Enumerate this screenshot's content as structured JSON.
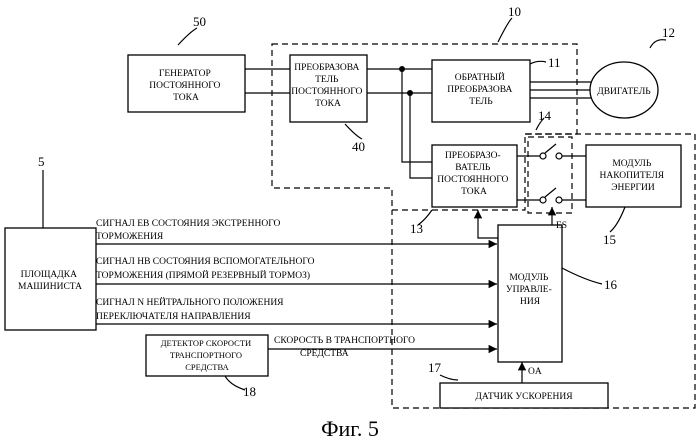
{
  "figure": {
    "caption": "Фиг. 5"
  },
  "blocks": {
    "generator": {
      "line1": "ГЕНЕРАТОР",
      "line2": "ПОСТОЯННОГО",
      "line3": "ТОКА",
      "ref": "50"
    },
    "dc_converter_40": {
      "line1": "ПРЕОБРАЗОВА",
      "line2": "ТЕЛЬ",
      "line3": "ПОСТОЯННОГО",
      "line4": "ТОКА",
      "ref": "40"
    },
    "inverter": {
      "line1": "ОБРАТНЫЙ",
      "line2": "ПРЕОБРАЗОВА",
      "line3": "ТЕЛЬ",
      "ref": "11"
    },
    "motor": {
      "label": "ДВИГАТЕЛЬ",
      "ref": "12"
    },
    "dc_converter_13": {
      "line1": "ПРЕОБРАЗО-",
      "line2": "ВАТЕЛЬ",
      "line3": "ПОСТОЯННОГО",
      "line4": "ТОКА",
      "ref": "13"
    },
    "storage": {
      "line1": "МОДУЛЬ",
      "line2": "НАКОПИТЕЛЯ",
      "line3": "ЭНЕРГИИ",
      "ref": "15"
    },
    "control": {
      "line1": "МОДУЛЬ",
      "line2": "УПРАВЛЕ-",
      "line3": "НИЯ",
      "ref": "16"
    },
    "driver_cab": {
      "line1": "ПЛОЩАДКА",
      "line2": "МАШИНИСТА",
      "ref": "5"
    },
    "speed_detector": {
      "line1": "ДЕТЕКТОР СКОРОСТИ",
      "line2": "ТРАНСПОРТНОГО",
      "line3": "СРЕДСТВА",
      "ref": "18"
    },
    "accel_sensor": {
      "label": "ДАТЧИК УСКОРЕНИЯ",
      "ref": "17"
    }
  },
  "refs": {
    "group_10": "10",
    "switch_14": "14"
  },
  "signals": {
    "eb_line1": "СИГНАЛ EB СОСТОЯНИЯ ЭКСТРЕННОГО",
    "eb_line2": "ТОРМОЖЕНИЯ",
    "hb_line1": "СИГНАЛ HB СОСТОЯНИЯ ВСПОМОГАТЕЛЬНОГО",
    "hb_line2": "ТОРМОЖЕНИЯ (ПРЯМОЙ РЕЗЕРВНЫЙ ТОРМОЗ)",
    "n_line1": "СИГНАЛ N НЕЙТРАЛЬНОГО ПОЛОЖЕНИЯ",
    "n_line2": "ПЕРЕКЛЮЧАТЕЛЯ НАПРАВЛЕНИЯ",
    "speed_line1": "СКОРОСТЬ В ТРАНСПОРТНОГО",
    "speed_line2": "СРЕДСТВА",
    "es": "ES",
    "oa": "OA"
  }
}
